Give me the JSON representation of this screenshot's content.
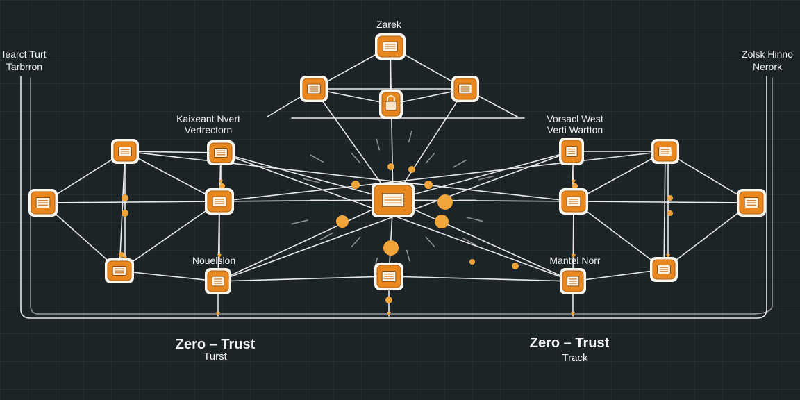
{
  "colors": {
    "background": "#1c2428",
    "node_fill": "#e8871e",
    "node_border": "#f5f0e8",
    "line": "#e9e9e9",
    "dot": "#f0a53a"
  },
  "labels": {
    "top": "Zarek",
    "left_top_1": "Iearct Turt",
    "left_top_2": "Tarbrron",
    "right_top_1": "Zolsk Hinno",
    "right_top_2": "Nerork",
    "mid_left_1": "Kaixeant Nvert",
    "mid_left_2": "Vertrectorn",
    "mid_right_1": "Vorsacl West",
    "mid_right_2": "Verti Wartton",
    "low_left": "Nouelslon",
    "low_right": "Mantel Norr",
    "bottom_left_title": "Zero – Trust",
    "bottom_left_sub": "Turst",
    "bottom_right_title": "Zero – Trust",
    "bottom_right_sub": "Track"
  },
  "icons": {
    "node": "document-node-icon",
    "center": "server-node-icon",
    "lock": "lock-icon"
  }
}
